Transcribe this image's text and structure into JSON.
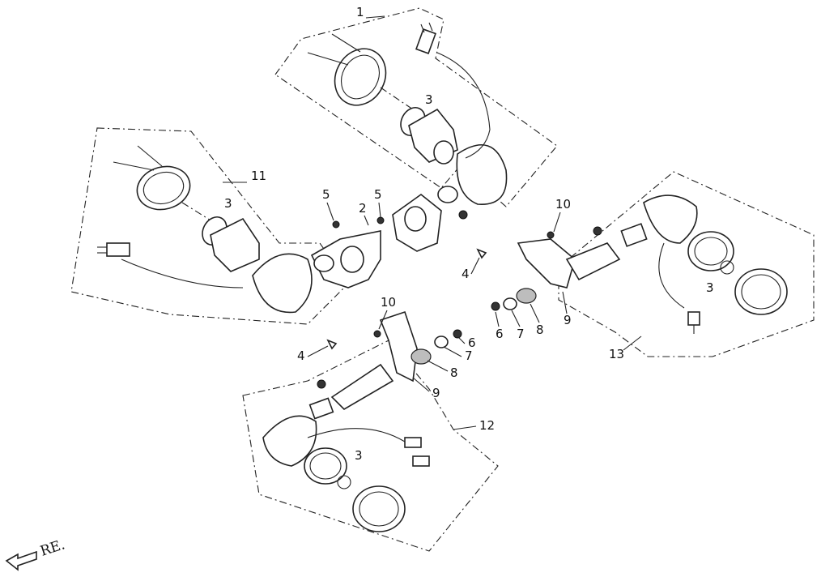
{
  "diagram": {
    "callouts": {
      "c1": "1",
      "c2": "2",
      "c3a": "3",
      "c3b": "3",
      "c3c": "3",
      "c3d": "3",
      "c4a": "4",
      "c4b": "4",
      "c5a": "5",
      "c5b": "5",
      "c6a": "6",
      "c6b": "6",
      "c7a": "7",
      "c7b": "7",
      "c8a": "8",
      "c8b": "8",
      "c9a": "9",
      "c9b": "9",
      "c10a": "10",
      "c10b": "10",
      "c11": "11",
      "c12": "12",
      "c13": "13"
    },
    "direction_label": "RE."
  }
}
